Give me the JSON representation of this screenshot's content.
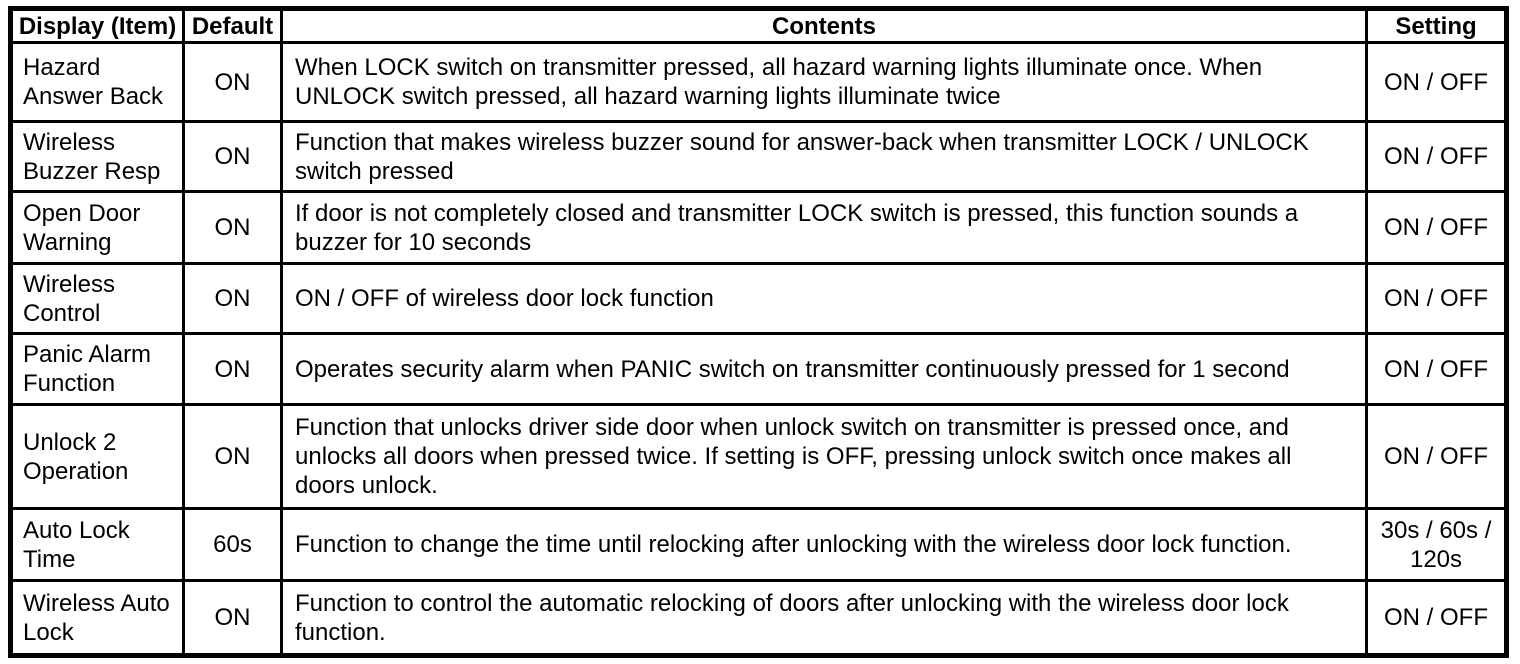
{
  "style": {
    "background_color": "#ffffff",
    "border_color": "#000000",
    "text_color": "#000000"
  },
  "table": {
    "headers": {
      "display": "Display (Item)",
      "default": "Default",
      "contents": "Contents",
      "setting": "Setting"
    },
    "rows": [
      {
        "display": "Hazard Answer Back",
        "default": "ON",
        "contents": "When LOCK switch on transmitter pressed, all hazard warning lights illuminate once. When UNLOCK switch pressed, all hazard warning lights illuminate twice",
        "setting": "ON / OFF"
      },
      {
        "display": "Wireless Buzzer Resp",
        "default": "ON",
        "contents": "Function that makes wireless buzzer sound for answer-back when transmitter LOCK / UNLOCK switch pressed",
        "setting": "ON / OFF"
      },
      {
        "display": "Open Door Warning",
        "default": "ON",
        "contents": "If door is not completely closed and transmitter LOCK switch is pressed, this function sounds a buzzer for 10 seconds",
        "setting": "ON / OFF"
      },
      {
        "display": "Wireless Control",
        "default": "ON",
        "contents": "ON / OFF of wireless door lock function",
        "setting": "ON / OFF"
      },
      {
        "display": "Panic Alarm Function",
        "default": "ON",
        "contents": "Operates security alarm when PANIC switch on transmitter continuously pressed for 1 second",
        "setting": "ON / OFF"
      },
      {
        "display": "Unlock 2 Operation",
        "default": "ON",
        "contents": "Function that unlocks driver side door when unlock switch on transmitter is pressed once, and unlocks all doors when pressed twice. If setting is OFF, pressing unlock switch once makes all doors unlock.",
        "setting": "ON / OFF"
      },
      {
        "display": "Auto Lock Time",
        "default": "60s",
        "contents": "Function to change the time until relocking after unlocking with the wireless door lock function.",
        "setting": "30s / 60s / 120s"
      },
      {
        "display": "Wireless Auto Lock",
        "default": "ON",
        "contents": "Function to control the automatic relocking of doors after unlocking with the wireless door lock function.",
        "setting": "ON / OFF"
      }
    ]
  }
}
